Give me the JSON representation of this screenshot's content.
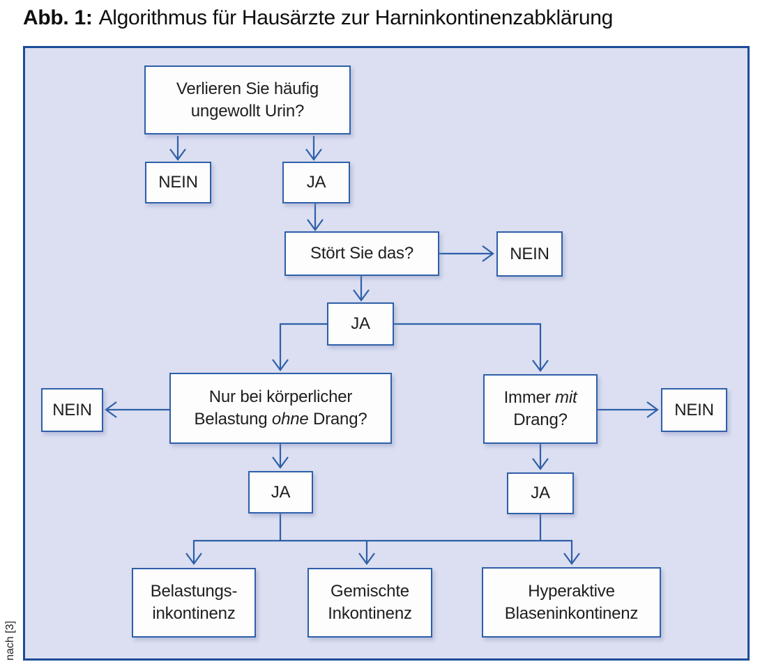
{
  "title": {
    "label": "Abb. 1:",
    "text": "Algorithmus für Hausärzte zur Harninkontinenzabklärung"
  },
  "source_note": "nach [3]",
  "colors": {
    "panel_background": "#dbdff1",
    "panel_border": "#1c4b98",
    "box_border": "#2e5fa8",
    "connector": "#2e5fa8",
    "box_fill": "#fdfdfe",
    "text": "#1e1e1c"
  },
  "nodes": {
    "q_verlieren": {
      "line1": "Verlieren Sie häufig",
      "line2": "ungewollt Urin?"
    },
    "nein_1": {
      "label": "NEIN"
    },
    "ja_1": {
      "label": "JA"
    },
    "q_stoert": {
      "label": "Stört Sie das?"
    },
    "nein_2": {
      "label": "NEIN"
    },
    "ja_2": {
      "label": "JA"
    },
    "q_belastung": {
      "line1": "Nur bei körperlicher",
      "line2_pre": "Belastung ",
      "line2_italic": "ohne",
      "line2_post": " Drang?"
    },
    "nein_3": {
      "label": "NEIN"
    },
    "q_drang": {
      "line1_pre": "Immer ",
      "line1_italic": "mit",
      "line2": "Drang?"
    },
    "nein_4": {
      "label": "NEIN"
    },
    "ja_3": {
      "label": "JA"
    },
    "ja_4": {
      "label": "JA"
    },
    "result_belastung": {
      "line1": "Belastungs-",
      "line2": "inkontinenz"
    },
    "result_gemischt": {
      "line1": "Gemischte",
      "line2": "Inkontinenz"
    },
    "result_hyperaktiv": {
      "line1": "Hyperaktive",
      "line2": "Blaseninkontinenz"
    }
  }
}
